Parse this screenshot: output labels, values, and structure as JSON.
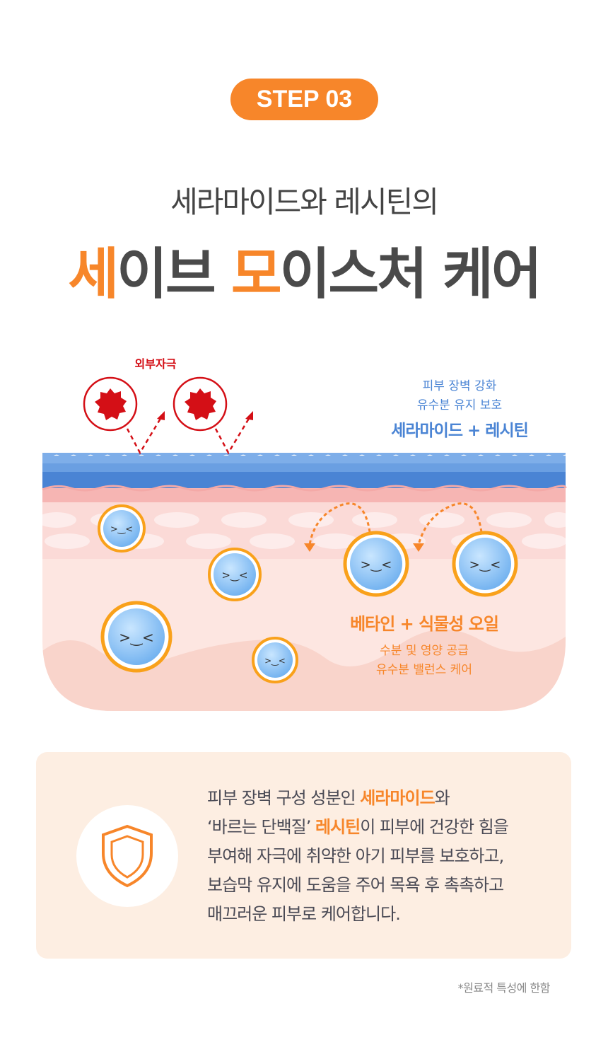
{
  "step_badge": "STEP 03",
  "subtitle": "세라마이드와 레시틴의",
  "title": {
    "part1_hl": "세",
    "part2": "이브 ",
    "part3_hl": "모",
    "part4": "이스처 케어"
  },
  "illustration": {
    "irritant_label": "외부자극",
    "barrier_line1": "피부 장벽 강화",
    "barrier_line2": "유수분 유지 보호",
    "barrier_ingredients": "세라마이드 + 레시틴",
    "moist_ingredients": "베타인 + 식물성 오일",
    "moist_line1": "수분 및 영양 공급",
    "moist_line2": "유수분 밸런스 케어"
  },
  "description": {
    "l1_a": "피부 장벽 구성 성분인 ",
    "l1_hl": "세라마이드",
    "l1_b": "와",
    "l2_a": "‘바르는 단백질’ ",
    "l2_hl": "레시틴",
    "l2_b": "이 피부에 건강한 힘을",
    "l3": "부여해 자극에 취약한  아기 피부를 보호하고,",
    "l4": "보습막 유지에 도움을 주어 목욕 후 촉촉하고",
    "l5": "매끄러운 피부로 케어합니다."
  },
  "footnote": "*원료적 특성에 한함",
  "colors": {
    "accent": "#f7862a",
    "barrier_blue": "#4a88d6",
    "irritant_red": "#d40f16",
    "box_bg": "#fdeee2"
  }
}
